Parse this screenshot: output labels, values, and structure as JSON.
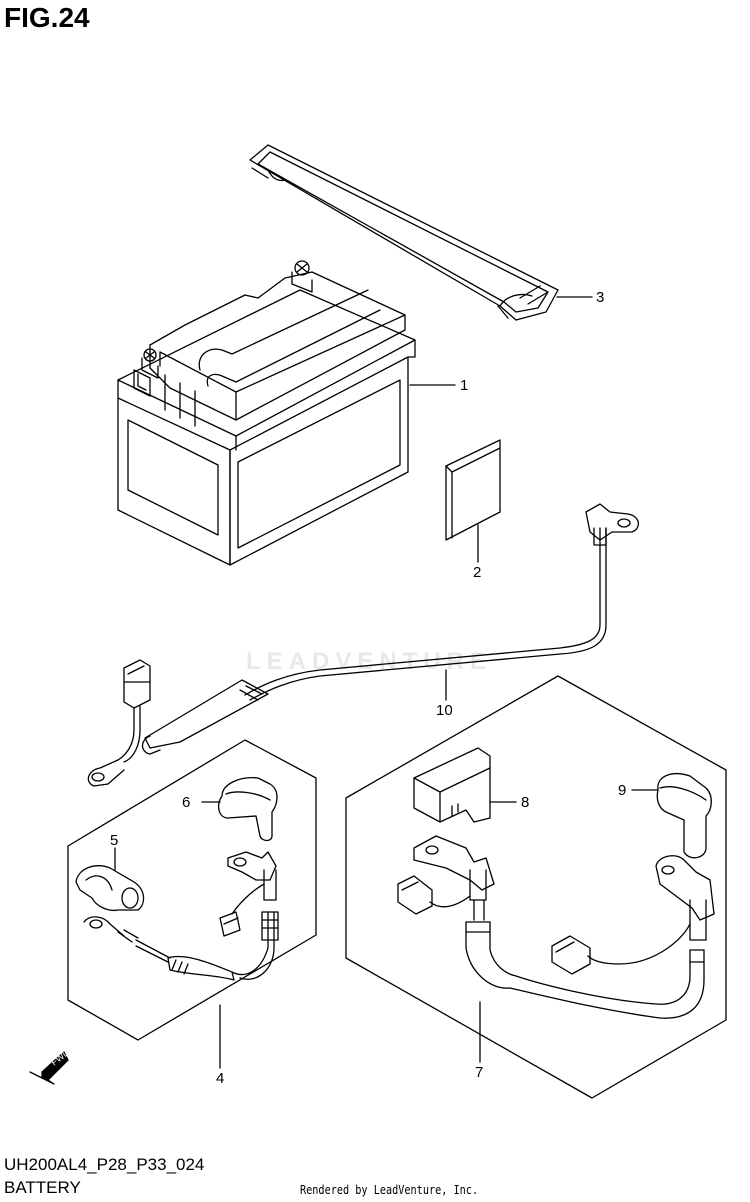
{
  "figure": {
    "title": "FIG.24"
  },
  "footer": {
    "code": "UH200AL4_P28_P33_024",
    "name": "BATTERY",
    "rendered_by": "Rendered by LeadVenture, Inc."
  },
  "watermark": {
    "text": "LEADVENTURE"
  },
  "fwd_label": "FWD",
  "callouts": [
    "1",
    "2",
    "3",
    "4",
    "5",
    "6",
    "7",
    "8",
    "9",
    "10"
  ]
}
